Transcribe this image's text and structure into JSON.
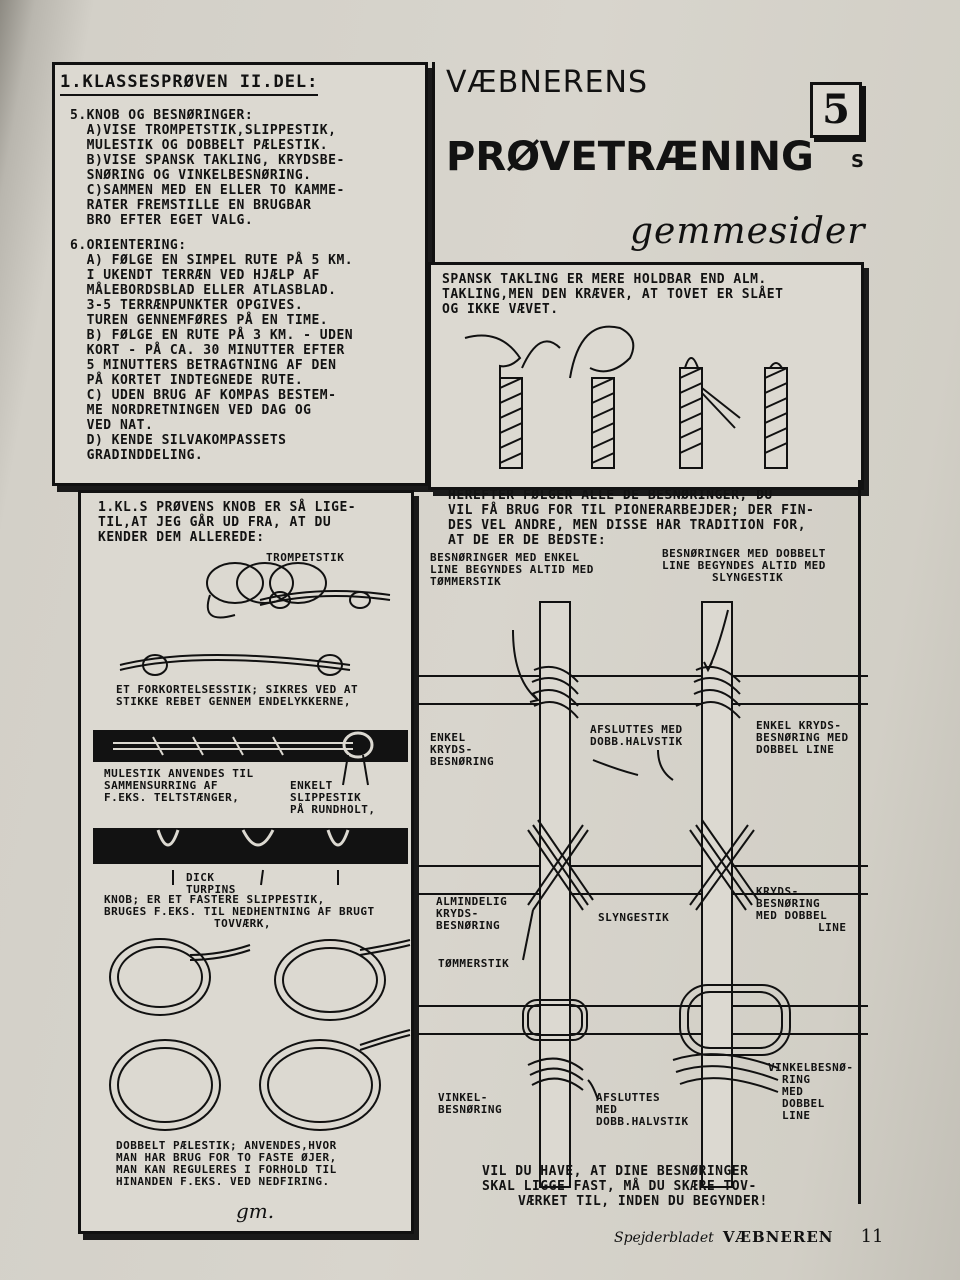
{
  "header": {
    "box_title": "1.KLASSESPRØVEN II.DEL:",
    "title_line1": "VÆBNERENS",
    "badge": "5",
    "title_main": "PRØVETRÆNING",
    "title_sup": "S",
    "title_sub": "gemmesider"
  },
  "requirements": {
    "section5_lines": [
      "5.KNOB OG BESNØRINGER:",
      "  A)VISE TROMPETSTIK,SLIPPESTIK,",
      "  MULESTIK OG DOBBELT PÆLESTIK.",
      "  B)VISE SPANSK TAKLING, KRYDSBE-",
      "  SNØRING OG VINKELBESNØRING.",
      "  C)SAMMEN MED EN ELLER TO KAMME-",
      "  RATER FREMSTILLE EN BRUGBAR",
      "  BRO EFTER EGET VALG."
    ],
    "section6_lines": [
      "6.ORIENTERING:",
      "  A) FØLGE EN SIMPEL RUTE PÅ 5 KM.",
      "  I UKENDT TERRÆN VED HJÆLP AF",
      "  MÅLEBORDSBLAD ELLER ATLASBLAD.",
      "  3-5 TERRÆNPUNKTER OPGIVES.",
      "  TUREN GENNEMFØRES PÅ EN TIME.",
      "  B) FØLGE EN RUTE PÅ 3 KM. - UDEN",
      "  KORT - PÅ CA. 30 MINUTTER EFTER",
      "  5 MINUTTERS BETRAGTNING AF DEN",
      "  PÅ KORTET INDTEGNEDE RUTE.",
      "  C) UDEN BRUG AF KOMPAS BESTEM-",
      "  ME NORDRETNINGEN VED DAG OG",
      "  VED NAT.",
      "  D) KENDE SILVAKOMPASSETS",
      "  GRADINDDELING."
    ]
  },
  "spanish": {
    "text_lines": [
      "SPANSK TAKLING ER MERE HOLDBAR END ALM.",
      "TAKLING,MEN DEN KRÆVER, AT TOVET ER SLÅET",
      "OG IKKE VÆVET."
    ]
  },
  "knots": {
    "intro_lines": [
      "1.KL.S PRØVENS KNOB ER SÅ LIGE-",
      "TIL,AT JEG GÅR UD FRA, AT DU",
      "KENDER DEM ALLEREDE:"
    ],
    "trompetstik_label": "TROMPETSTIK",
    "forkortelse_lines": [
      "ET FORKORTELSESSTIK; SIKRES VED AT",
      "STIKKE REBET GENNEM ENDELYKKERNE,"
    ],
    "mulestik_lines": [
      "MULESTIK ANVENDES TIL",
      "SAMMENSURRING AF",
      "F.EKS. TELTSTÆNGER,"
    ],
    "slippestik_lines": [
      "ENKELT",
      "SLIPPESTIK",
      "PÅ RUNDHOLT,"
    ],
    "dick_lines": [
      "DICK",
      "TURPINS"
    ],
    "knob_lines": [
      "KNOB; ER ET FASTERE SLIPPESTIK,",
      "BRUGES F.EKS. TIL NEDHENTNING AF BRUGT",
      "TOVVÆRK,"
    ],
    "paelestik_lines": [
      "DOBBELT PÆLESTIK; ANVENDES,HVOR",
      "MAN HAR BRUG FOR TO FASTE ØJER,",
      "MAN KAN REGULERES I FORHOLD TIL",
      "HINANDEN F.EKS. VED NEDFIRING."
    ],
    "signature": "gm."
  },
  "lashings": {
    "intro_lines": [
      "HEREFTER FØLGER ALLE DE BESNØRINGER, DU",
      "VIL FÅ BRUG FOR TIL PIONERARBEJDER; DER FIN-",
      "DES VEL ANDRE, MEN DISSE HAR TRADITION FOR,",
      "AT DE ER DE BEDSTE:"
    ],
    "single_line_lines": [
      "BESNØRINGER MED ENKEL",
      "LINE BEGYNDES ALTID MED",
      "TØMMERSTIK"
    ],
    "double_line_lines": [
      "BESNØRINGER MED DOBBELT",
      "LINE BEGYNDES ALTID MED",
      "SLYNGESTIK"
    ],
    "enkel_kryds_lines": [
      "ENKEL",
      "KRYDS-",
      "BESNØRING"
    ],
    "afsluttes_top_lines": [
      "AFSLUTTES MED",
      "DOBB.HALVSTIK"
    ],
    "enkel_kryds_double_lines": [
      "ENKEL KRYDS-",
      "BESNØRING MED",
      "DOBBEL LINE"
    ],
    "almindelig_lines": [
      "ALMINDELIG",
      "KRYDS-",
      "BESNØRING"
    ],
    "slyngestik_label": "SLYNGESTIK",
    "kryds_double_lines": [
      "KRYDS-",
      "BESNØRING",
      "MED DOBBEL",
      "LINE"
    ],
    "tommerstik_label": "TØMMERSTIK",
    "vinkel_lines": [
      "VINKEL-",
      "BESNØRING"
    ],
    "afsluttes_bottom_lines": [
      "AFSLUTTES",
      "MED",
      "DOBB.HALVSTIK"
    ],
    "vinkel_double_lines": [
      "VINKELBESNØ-",
      "RING",
      "MED",
      "DOBBEL",
      "LINE"
    ],
    "closing_lines": [
      "VIL DU HAVE, AT DINE BESNØRINGER",
      "SKAL LIGGE FAST, MÅ DU SKÆRE TOV-",
      "VÆRKET TIL, INDEN DU BEGYNDER!"
    ]
  },
  "footer": {
    "magazine": "Spejderbladet",
    "name": "VÆBNEREN",
    "page_number": "11"
  },
  "icons": [
    "rope-knot-icon",
    "lashing-pole-icon"
  ],
  "colors": {
    "paper": "#d8d5cd",
    "ink": "#111111",
    "margin": "#3a3833"
  }
}
